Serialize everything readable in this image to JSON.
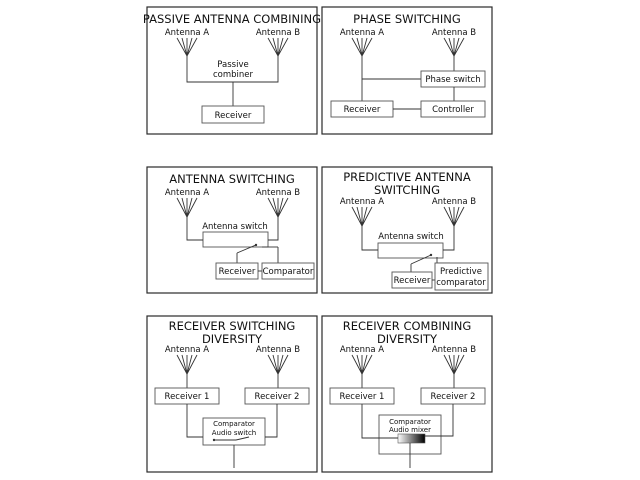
{
  "passive": {
    "title": "PASSIVE ANTENNA COMBINING",
    "antenna_a": "Antenna A",
    "antenna_b": "Antenna B",
    "combiner_1": "Passive",
    "combiner_2": "combiner",
    "receiver": "Receiver"
  },
  "phase": {
    "title": "PHASE SWITCHING",
    "antenna_a": "Antenna A",
    "antenna_b": "Antenna B",
    "phase_switch": "Phase switch",
    "receiver": "Receiver",
    "controller": "Controller"
  },
  "antsw": {
    "title": "ANTENNA SWITCHING",
    "antenna_a": "Antenna A",
    "antenna_b": "Antenna B",
    "switch": "Antenna switch",
    "receiver": "Receiver",
    "comparator": "Comparator"
  },
  "pred": {
    "title_1": "PREDICTIVE ANTENNA",
    "title_2": "SWITCHING",
    "antenna_a": "Antenna A",
    "antenna_b": "Antenna B",
    "switch": "Antenna switch",
    "receiver": "Receiver",
    "comparator_1": "Predictive",
    "comparator_2": "comparator"
  },
  "rxsw": {
    "title_1": "RECEIVER SWITCHING",
    "title_2": "DIVERSITY",
    "antenna_a": "Antenna A",
    "antenna_b": "Antenna B",
    "receiver_1": "Receiver 1",
    "receiver_2": "Receiver 2",
    "box_1": "Comparator",
    "box_2": "Audio switch"
  },
  "rxcomb": {
    "title_1": "RECEIVER COMBINING",
    "title_2": "DIVERSITY",
    "antenna_a": "Antenna A",
    "antenna_b": "Antenna B",
    "receiver_1": "Receiver 1",
    "receiver_2": "Receiver 2",
    "box_1": "Comparator",
    "box_2": "Audio mixer"
  }
}
